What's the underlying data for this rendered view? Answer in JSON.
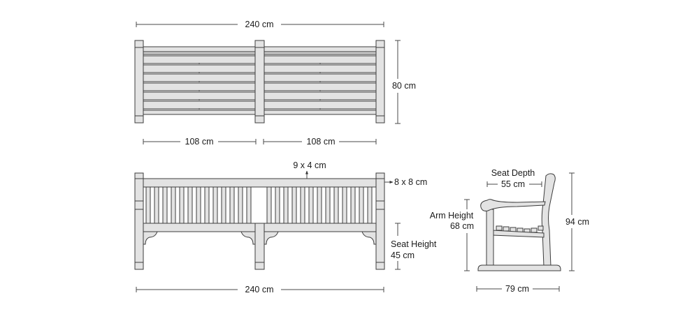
{
  "top_view": {
    "overall_length": "240 cm",
    "depth": "80 cm",
    "left_span": "108 cm",
    "right_span": "108 cm"
  },
  "front_view": {
    "back_rail": "9 x 4 cm",
    "leg_section": "8 x 8 cm",
    "seat_height_label": "Seat Height",
    "seat_height_value": "45 cm",
    "overall_length": "240 cm"
  },
  "side_view": {
    "seat_depth_label": "Seat Depth",
    "seat_depth_value": "55 cm",
    "arm_height_label": "Arm Height",
    "arm_height_value": "68 cm",
    "height": "94 cm",
    "depth": "79 cm"
  }
}
